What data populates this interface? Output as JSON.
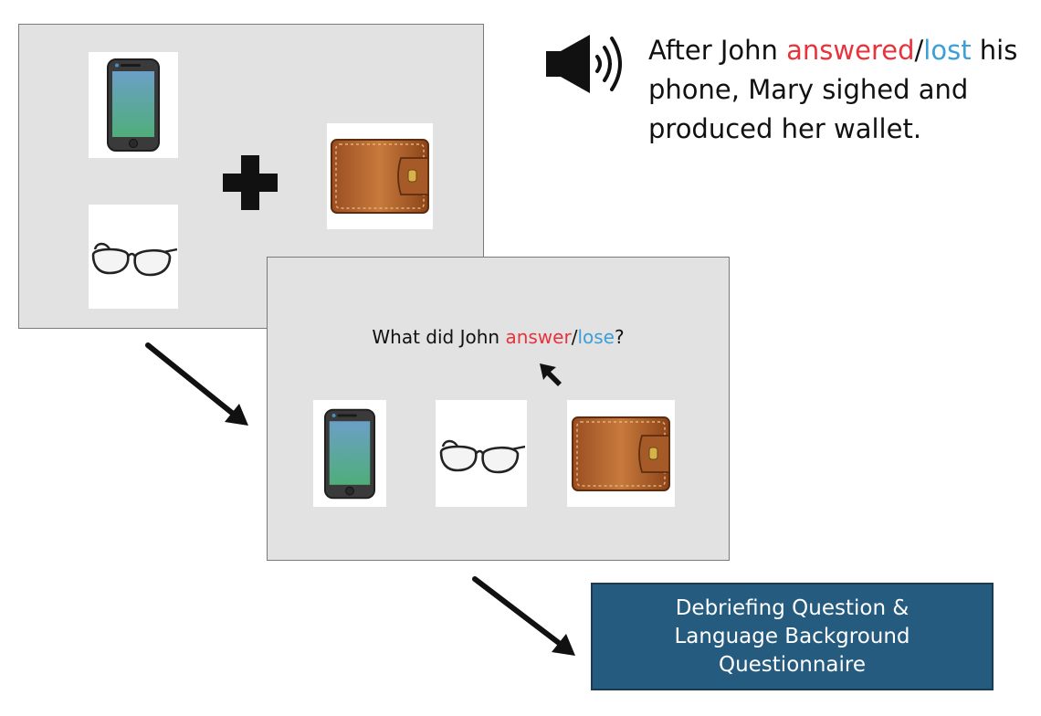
{
  "audio": {
    "icon": "speaker-sound-icon",
    "sentence": {
      "prefix": "After John ",
      "verb1": "answered",
      "slash": "/",
      "verb2": "lost",
      "suffix": " his phone, Mary sighed and produced her wallet."
    }
  },
  "screen1": {
    "items": [
      "phone-icon",
      "glasses-icon",
      "plus-icon",
      "wallet-icon"
    ]
  },
  "screen2": {
    "question": {
      "prefix": "What did John ",
      "verb1": "answer",
      "slash": "/",
      "verb2": "lose",
      "suffix": "?"
    },
    "items": [
      "phone-icon",
      "glasses-icon",
      "wallet-icon"
    ],
    "cursor": "mouse-cursor-icon"
  },
  "debrief": {
    "line1": "Debriefing Question &",
    "line2": "Language Background",
    "line3": "Questionnaire"
  },
  "colors": {
    "verb1": "#e8323c",
    "verb2": "#3d9fd8",
    "box": "#255b7e",
    "screen": "#e2e2e2"
  }
}
